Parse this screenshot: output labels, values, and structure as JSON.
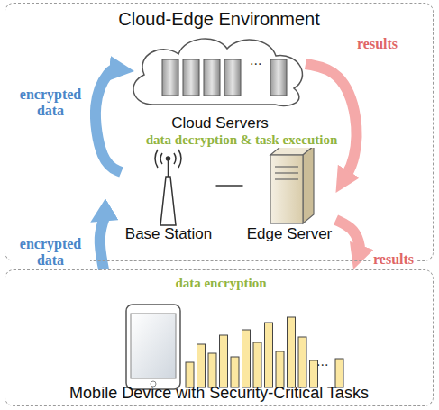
{
  "diagram": {
    "nodes": [
      {
        "text": [
          "Cloud-Edge Environment"
        ]
      },
      {
        "text": [
          "Cloud Servers"
        ],
        "in": 0
      },
      {
        "text": [
          "Base Station"
        ],
        "in": 0
      },
      {
        "text": [
          "Edge Server"
        ],
        "in": 0
      },
      {
        "text": [
          "Mobile Device with Security-Critical Tasks"
        ]
      }
    ],
    "edges": [
      {
        "from": 4,
        "to": 2,
        "label": "encrypted data",
        "arrow": "to"
      },
      {
        "from": 2,
        "to": 1,
        "label": "encrypted data",
        "arrow": "to"
      },
      {
        "from": 1,
        "to": 3,
        "label": "results",
        "arrow": "to"
      },
      {
        "from": 3,
        "to": 4,
        "label": "results",
        "arrow": "to"
      },
      {
        "from": 2,
        "to": 3,
        "arrow": "none"
      }
    ],
    "labels": [
      "...",
      "data decryption & task execution",
      "data encryption",
      "..."
    ]
  }
}
